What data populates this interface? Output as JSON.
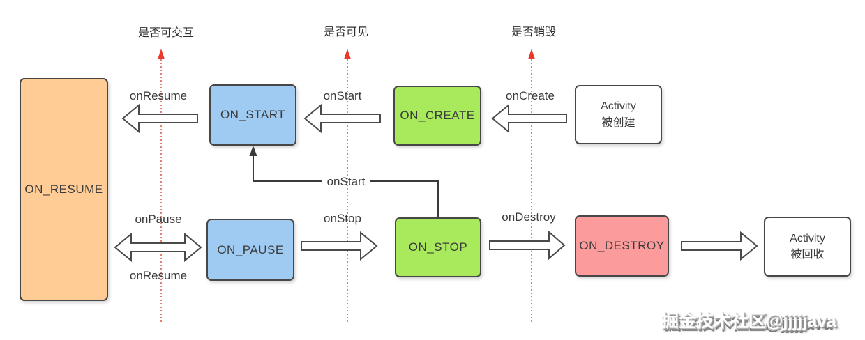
{
  "guides": {
    "interactive": "是否可交互",
    "visible": "是否可见",
    "destroyed": "是否销毁"
  },
  "states": {
    "on_resume": {
      "label": "ON_RESUME"
    },
    "on_start": {
      "label": "ON_START"
    },
    "on_create": {
      "label": "ON_CREATE"
    },
    "activity_created": {
      "line1": "Activity",
      "line2": "被创建"
    },
    "on_pause": {
      "label": "ON_PAUSE"
    },
    "on_stop": {
      "label": "ON_STOP"
    },
    "on_destroy": {
      "label": "ON_DESTROY"
    },
    "activity_recycled": {
      "line1": "Activity",
      "line2": "被回收"
    }
  },
  "transitions": {
    "resume_top": "onResume",
    "start_top": "onStart",
    "create": "onCreate",
    "start_mid": "onStart",
    "pause": "onPause",
    "resume_bottom": "onResume",
    "stop": "onStop",
    "destroy": "onDestroy"
  },
  "colors": {
    "resume_fill": "#FFCC96",
    "start_pause_fill": "#9FCAF1",
    "create_stop_fill": "#A9EA5D",
    "destroy_fill": "#FB9B9B",
    "box_border": "#474747",
    "guide_red": "#D9554A",
    "arrow_outline": "#4A4A4A"
  },
  "watermark": {
    "text": "掘金技术社区@jjjjjava"
  }
}
